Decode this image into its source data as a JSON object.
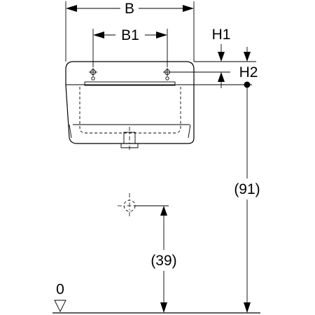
{
  "labels": {
    "b": "B",
    "b1": "B1",
    "h1": "H1",
    "h2": "H2",
    "overall_height": "(91)",
    "outlet_height": "(39)",
    "floor_level": "0"
  }
}
